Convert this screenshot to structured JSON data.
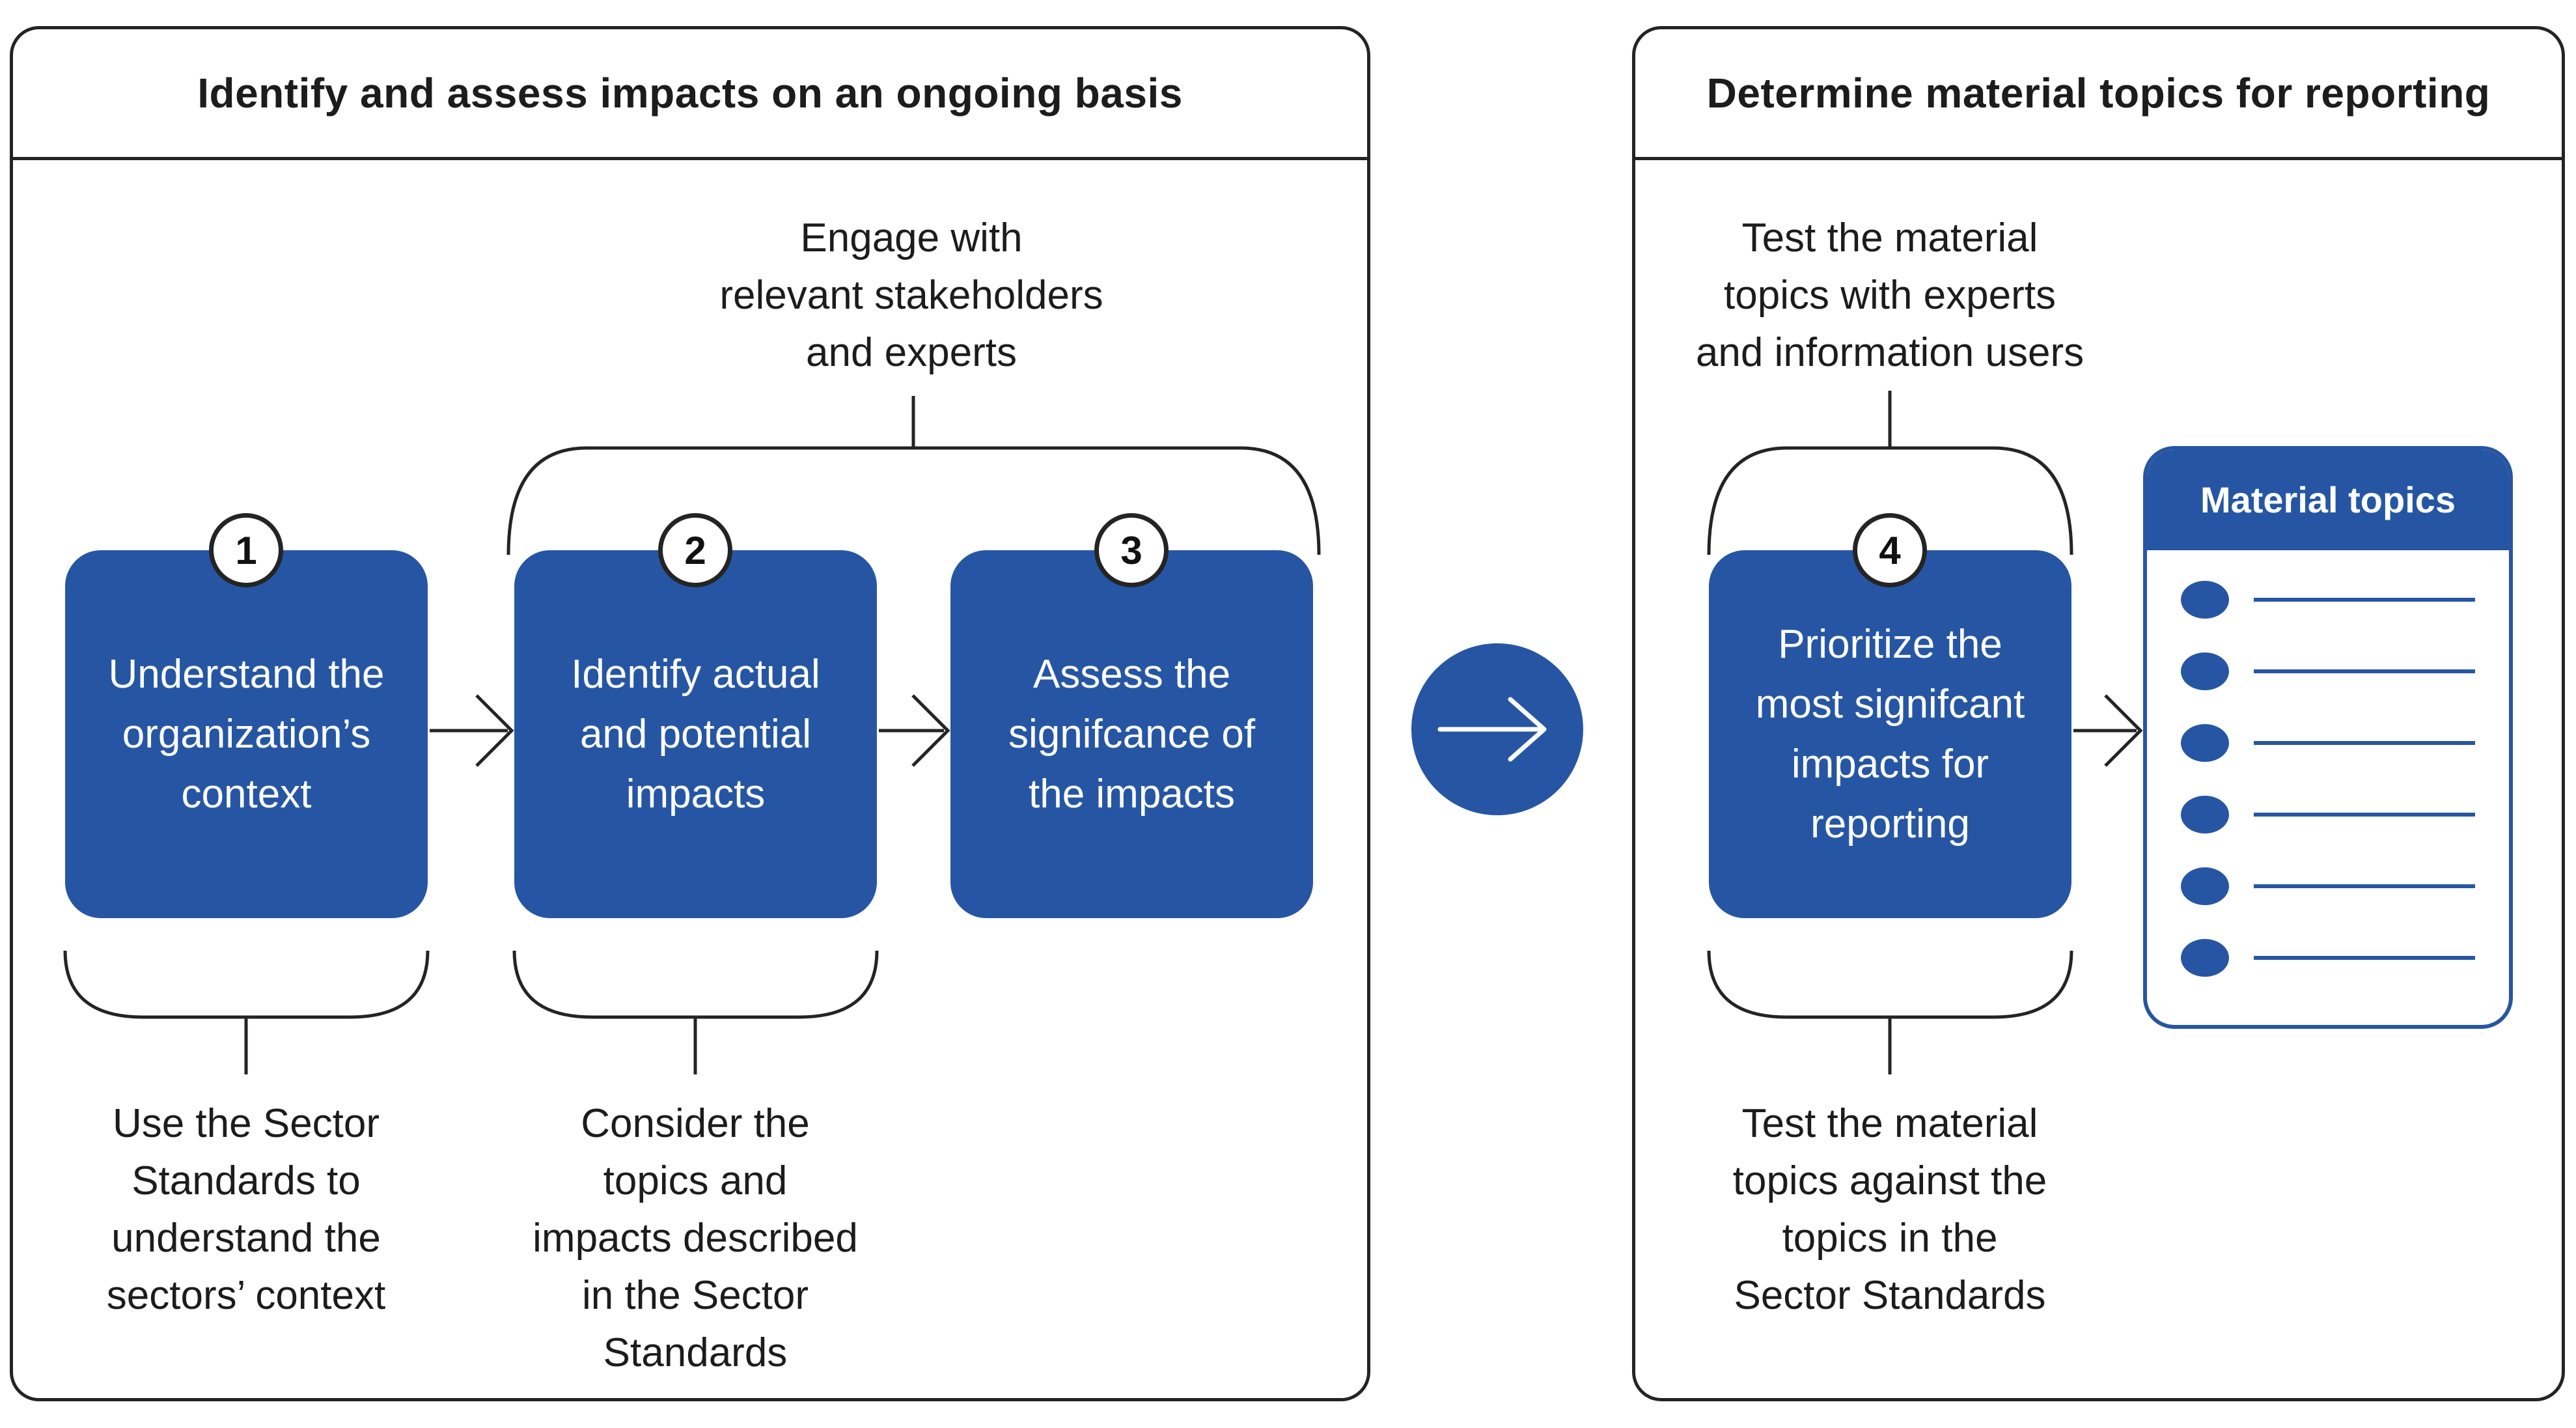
{
  "colors": {
    "accent_blue": "#2656a3",
    "line_black": "#242424",
    "text_black": "#1c1c1c",
    "white": "#ffffff"
  },
  "icons": {
    "flow_arrow": "→",
    "bullet": "•"
  },
  "panels": {
    "left": {
      "title": "Identify and assess impacts on an ongoing basis",
      "top_annotation": "Engage with\nrelevant stakeholders\nand experts",
      "steps": [
        {
          "number": "1",
          "label": "Understand the\norganization’s\ncontext",
          "bottom_annotation": "Use the Sector\nStandards to\nunderstand the\nsectors’ context"
        },
        {
          "number": "2",
          "label": "Identify actual\nand potential\nimpacts",
          "bottom_annotation": "Consider the\ntopics and\nimpacts described\nin the Sector\nStandards"
        },
        {
          "number": "3",
          "label": "Assess the\nsignifcance of\nthe impacts"
        }
      ]
    },
    "right": {
      "title": "Determine material topics for reporting",
      "top_annotation": "Test the material\ntopics with experts\nand information users",
      "steps": [
        {
          "number": "4",
          "label": "Prioritize the\nmost signifcant\nimpacts for\nreporting",
          "bottom_annotation": "Test the material\ntopics against the\ntopics in the\nSector Standards"
        }
      ],
      "material_topics": {
        "title": "Material topics",
        "item_count": 6
      }
    }
  }
}
